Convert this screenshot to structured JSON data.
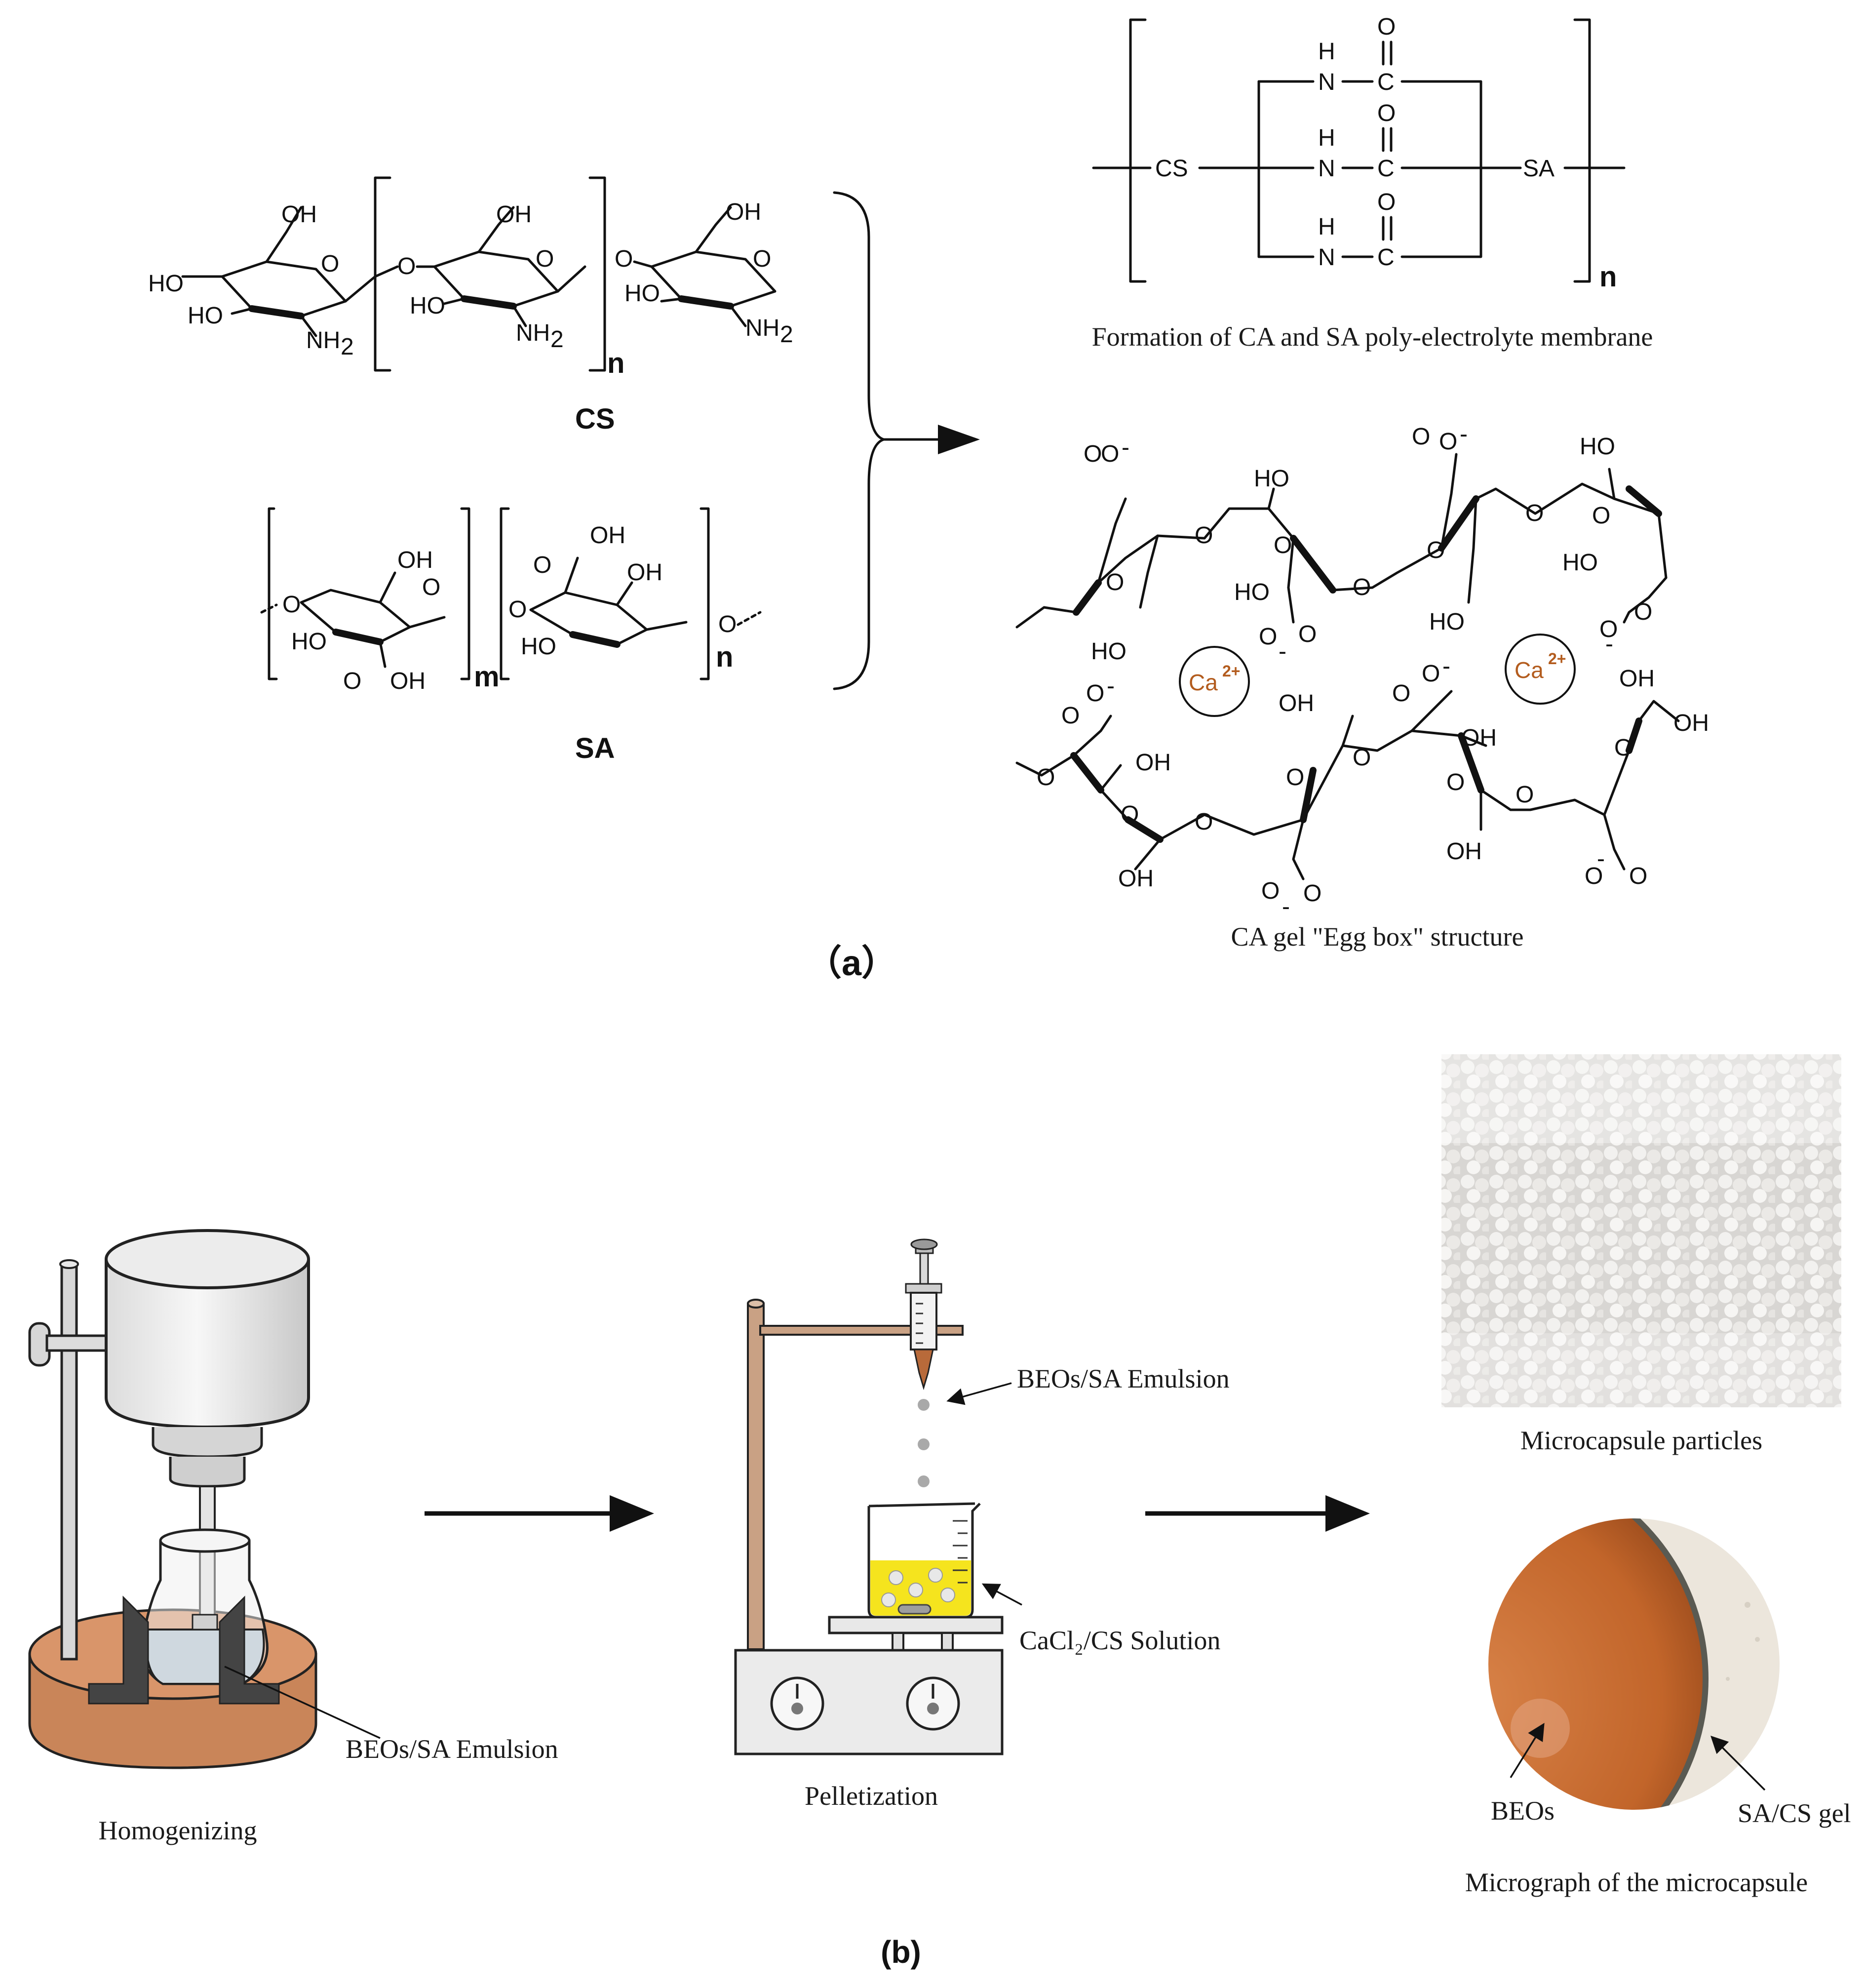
{
  "panel_a": {
    "label": "（a）",
    "cs_name": "CS",
    "sa_name": "SA",
    "cs_oh": "OH",
    "cs_ho": "HO",
    "cs_nh2": "NH",
    "cs_nh2_sub": "2",
    "cs_o": "O",
    "cs_repeat": "n",
    "sa_repeat_m": "m",
    "sa_repeat_n": "n",
    "pem_caption": "Formation of CA and SA poly-electrolyte membrane",
    "pem_cs": "CS",
    "pem_sa": "SA",
    "pem_h": "H",
    "pem_n": "N",
    "pem_c": "C",
    "pem_o": "O",
    "pem_repeat": "n",
    "eggbox_caption": "CA gel \"Egg box\" structure",
    "ion_label": "Ca",
    "ion_charge": "2+",
    "ion_color": "#b35c1e",
    "carboxylate": "O",
    "minus": "-"
  },
  "panel_b": {
    "label": "(b)",
    "homogenizing": "Homogenizing",
    "emulsion_left": "BEOs/SA Emulsion",
    "emulsion_mid": "BEOs/SA Emulsion",
    "solution": "CaCl₂/CS Solution",
    "pelletization": "Pelletization",
    "particles_caption": "Microcapsule particles",
    "micrograph_caption": "Micrograph of the microcapsule",
    "beos": "BEOs",
    "gel": "SA/CS gel",
    "colors": {
      "wood": "#d9956a",
      "wood_dark": "#b8744c",
      "rod": "#c9a184",
      "solution": "#f5e41e",
      "micro_core": "#c2652a",
      "micro_shell": "#ece6dc"
    }
  }
}
